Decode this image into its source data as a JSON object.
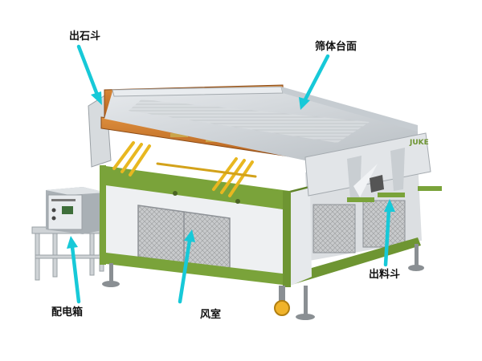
{
  "labels": {
    "stone_hopper": "出石斗",
    "sieve_deck": "筛体台面",
    "outlet_hopper": "出料斗",
    "control_box": "配电箱",
    "air_chamber": "风室"
  },
  "machine": {
    "brand_mark": "JUKE"
  },
  "colors": {
    "frame_green": "#7aa33a",
    "panel_white": "#eef0f2",
    "sieve_steel": "#d2d7db",
    "wood_frame": "#c9762b",
    "arrow_cyan": "#17c9d8",
    "spring_yellow": "#e8b720"
  }
}
